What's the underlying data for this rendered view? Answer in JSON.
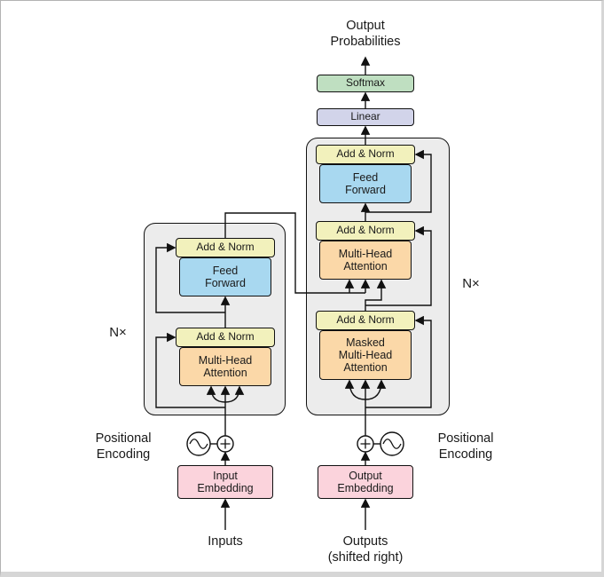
{
  "figure": {
    "output_probabilities": "Output\nProbabilities",
    "softmax": "Softmax",
    "linear": "Linear",
    "add_norm": "Add & Norm",
    "feed_forward": "Feed\nForward",
    "multi_head_attention": "Multi-Head\nAttention",
    "masked_multi_head_attention": "Masked\nMulti-Head\nAttention",
    "input_embedding": "Input\nEmbedding",
    "output_embedding": "Output\nEmbedding",
    "inputs": "Inputs",
    "outputs": "Outputs\n(shifted right)",
    "positional_encoding": "Positional\nEncoding",
    "n_times": "N×"
  },
  "colors": {
    "add_norm": "#f2f1bc",
    "feed_forward": "#a8d8f0",
    "attention": "#fbd8a8",
    "embedding": "#fbd3dc",
    "linear": "#d2d4ea",
    "softmax": "#bfdfc1",
    "block_bg": "#ececec"
  }
}
